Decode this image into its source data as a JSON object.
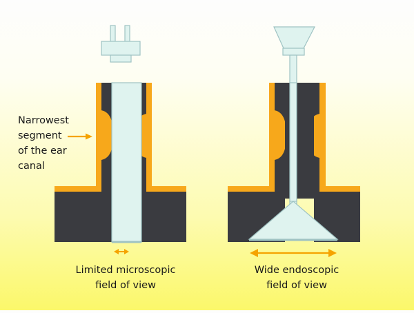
{
  "colors": {
    "dark_wall": "#3a3b40",
    "orange": "#f7a81b",
    "light_blue": "#dff3ef",
    "blue_outline": "#9fc3c3",
    "arrow_orange": "#f5a300",
    "background_top": "#fdfdfd",
    "background_bottom": "#fbf86a"
  },
  "icons": {
    "microscope": "microscope-eyepiece-icon",
    "endoscope": "endoscope-icon"
  },
  "labels": {
    "narrowest_segment": [
      "Narrowest",
      "segment",
      "of the ear",
      "canal"
    ],
    "microscopic_caption": [
      "Limited microscopic",
      "field of view"
    ],
    "endoscopic_caption": [
      "Wide endoscopic",
      "field of view"
    ]
  }
}
